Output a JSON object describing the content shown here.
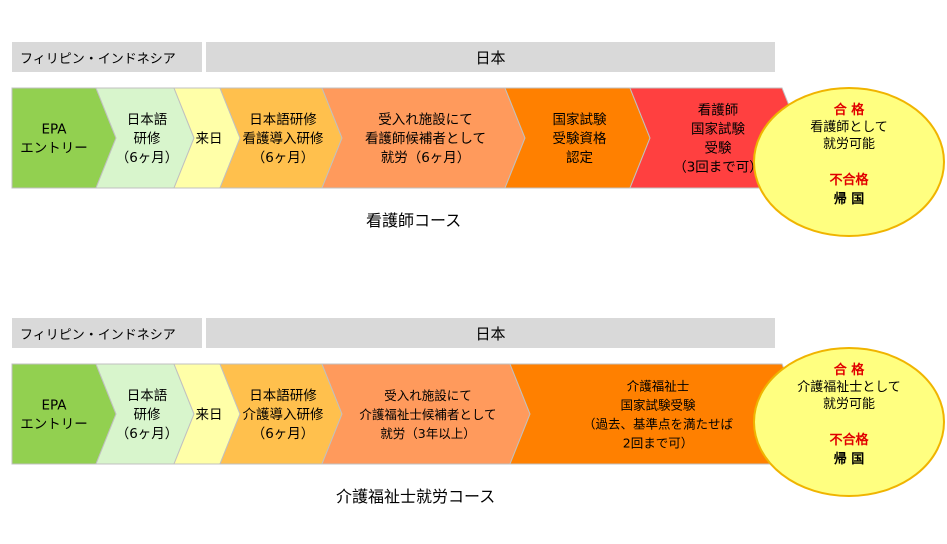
{
  "diagrams": [
    {
      "left_header": "フィリピン・インドネシア",
      "right_header": "日本",
      "stages": [
        {
          "lines": [
            "EPA",
            "エントリー"
          ],
          "fill": "#92d050"
        },
        {
          "lines": [
            "日本語",
            "研修",
            "（6ヶ月）"
          ],
          "fill": "#d8f5cc"
        },
        {
          "lines": [
            "来日"
          ],
          "fill": "#ffffa8"
        },
        {
          "lines": [
            "日本語研修",
            "看護導入研修",
            "（6ヶ月）"
          ],
          "fill": "#ffc04d"
        },
        {
          "lines": [
            "受入れ施設にて",
            "看護師候補者として",
            "就労（6ヶ月）"
          ],
          "fill": "#ff9a5c"
        },
        {
          "lines": [
            "国家試験",
            "受験資格",
            "認定"
          ],
          "fill": "#ff8000"
        },
        {
          "lines": [
            "看護師",
            "国家試験",
            "受験",
            "（3回まで可）"
          ],
          "fill": "#ff4040"
        }
      ],
      "outcome": {
        "pass_label": "合 格",
        "pass_lines": [
          "看護師として",
          "就労可能"
        ],
        "fail_label": "不合格",
        "fail_text": "帰 国"
      },
      "caption": "看護師コース"
    },
    {
      "left_header": "フィリピン・インドネシア",
      "right_header": "日本",
      "stages": [
        {
          "lines": [
            "EPA",
            "エントリー"
          ],
          "fill": "#92d050"
        },
        {
          "lines": [
            "日本語",
            "研修",
            "（6ヶ月）"
          ],
          "fill": "#d8f5cc"
        },
        {
          "lines": [
            "来日"
          ],
          "fill": "#ffffa8"
        },
        {
          "lines": [
            "日本語研修",
            "介護導入研修",
            "（6ヶ月）"
          ],
          "fill": "#ffc04d"
        },
        {
          "lines": [
            "受入れ施設にて",
            "介護福祉士候補者として",
            "就労（3年以上）"
          ],
          "fill": "#ff9a5c"
        },
        {
          "lines": [
            "介護福祉士",
            "国家試験受験",
            "（過去、基準点を満たせば",
            "2回まで可）"
          ],
          "fill": "#ff8000"
        }
      ],
      "outcome": {
        "pass_label": "合 格",
        "pass_lines": [
          "介護福祉士として",
          "就労可能"
        ],
        "fail_label": "不合格",
        "fail_text": "帰 国"
      },
      "caption": "介護福祉士就労コース"
    }
  ],
  "colors": {
    "header_bg": "#d9d9d9",
    "outcome_fill": "#ffff80",
    "outcome_stroke": "#f0b400",
    "label_red": "#e00000"
  }
}
